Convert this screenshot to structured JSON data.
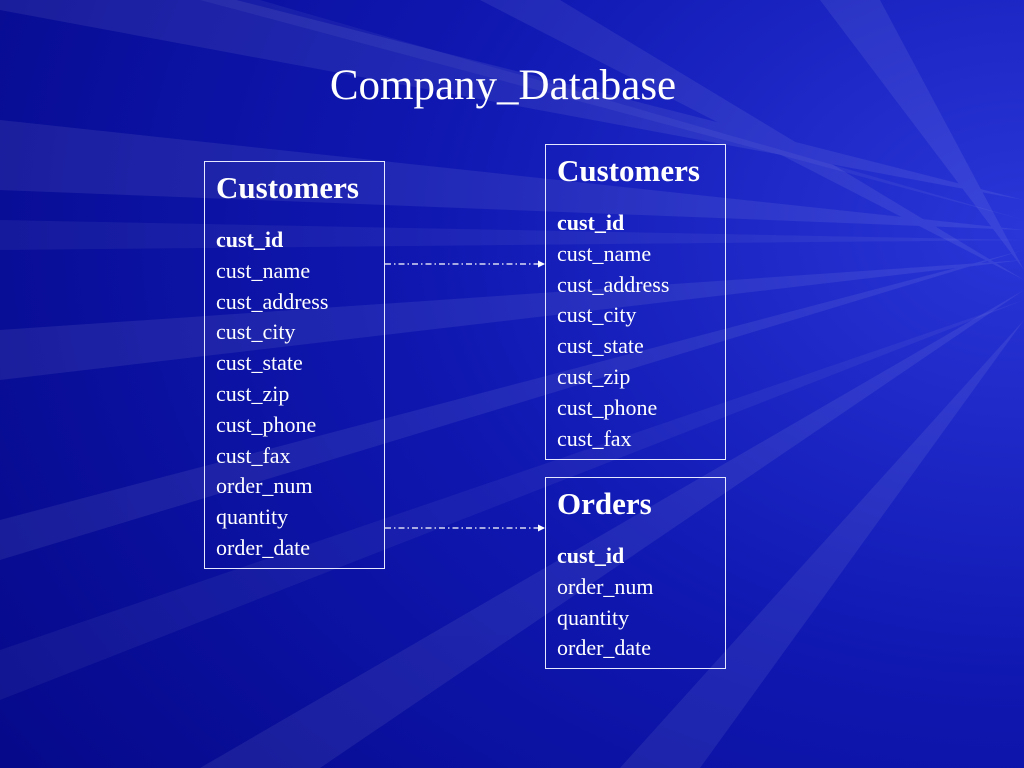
{
  "title": "Company_Database",
  "colors": {
    "background": "#0a0f9a",
    "text": "#ffffff",
    "border": "#e6e8ff"
  },
  "tables": {
    "customers_full": {
      "name": "Customers",
      "fields": [
        "cust_id",
        "cust_name",
        "cust_address",
        "cust_city",
        "cust_state",
        "cust_zip",
        "cust_phone",
        "cust_fax",
        "order_num",
        "quantity",
        "order_date"
      ],
      "key_field": "cust_id"
    },
    "customers": {
      "name": "Customers",
      "fields": [
        "cust_id",
        "cust_name",
        "cust_address",
        "cust_city",
        "cust_state",
        "cust_zip",
        "cust_phone",
        "cust_fax"
      ],
      "key_field": "cust_id"
    },
    "orders": {
      "name": "Orders",
      "fields": [
        "cust_id",
        "order_num",
        "quantity",
        "order_date"
      ],
      "key_field": "cust_id"
    }
  },
  "connectors": [
    {
      "from": "customers_full",
      "to": "customers",
      "style": "dash-dot",
      "arrow": "filled"
    },
    {
      "from": "customers_full",
      "to": "orders",
      "style": "dash-dot",
      "arrow": "filled"
    }
  ]
}
